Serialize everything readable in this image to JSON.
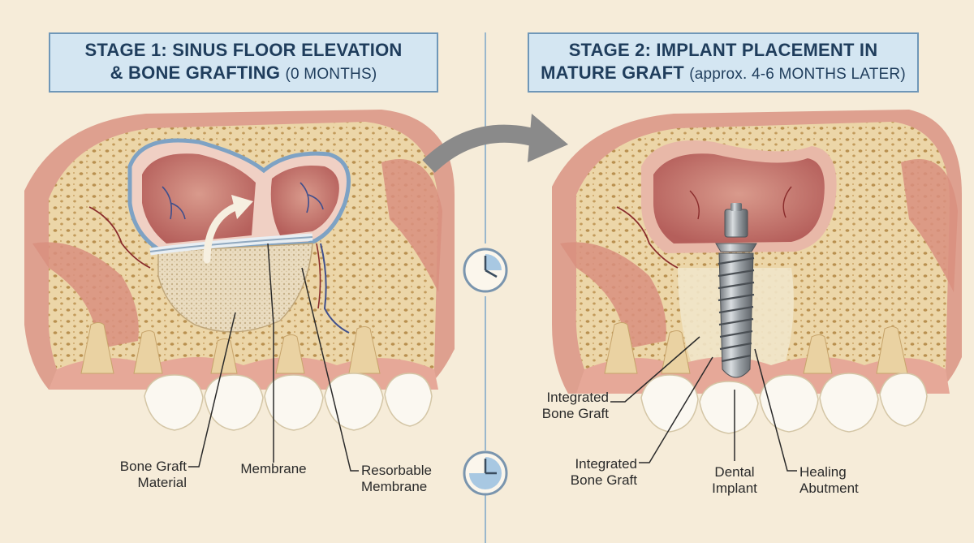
{
  "stage1": {
    "title_line1": "STAGE 1: SINUS FLOOR ELEVATION",
    "title_line2_main": "& BONE GRAFTING",
    "title_line2_sub": "(0 MONTHS)",
    "labels": {
      "bone_graft_material_1": "Bone Graft",
      "bone_graft_material_2": "Material",
      "membrane": "Membrane",
      "resorbable_membrane_1": "Resorbable",
      "resorbable_membrane_2": "Membrane"
    }
  },
  "stage2": {
    "title_line1": "STAGE 2: IMPLANT PLACEMENT IN",
    "title_line2_main": "MATURE GRAFT",
    "title_line2_sub": "(approx. 4-6 MONTHS LATER)",
    "labels": {
      "integrated_bone_graft_upper_1": "Integrated",
      "integrated_bone_graft_upper_2": "Bone Graft",
      "integrated_bone_graft_lower_1": "Integrated",
      "integrated_bone_graft_lower_2": "Bone Graft",
      "dental_implant_1": "Dental",
      "dental_implant_2": "Implant",
      "healing_abutment_1": "Healing",
      "healing_abutment_2": "Abutment"
    }
  },
  "colors": {
    "background": "#f6ecd9",
    "title_fill": "#d4e6f2",
    "title_border": "#6f97b8",
    "bone": "#ecd6a8",
    "gum": "#df9a8a",
    "sinus": "#c9706a",
    "tooth": "#fbf8f1",
    "graft": "#e9dcc1",
    "timeline": "#9ab7cc",
    "arrow": "#8a8a8a"
  },
  "icons": [
    "clock-icon",
    "curved-arrow-icon",
    "elevation-arrow-icon",
    "dental-implant-icon"
  ]
}
